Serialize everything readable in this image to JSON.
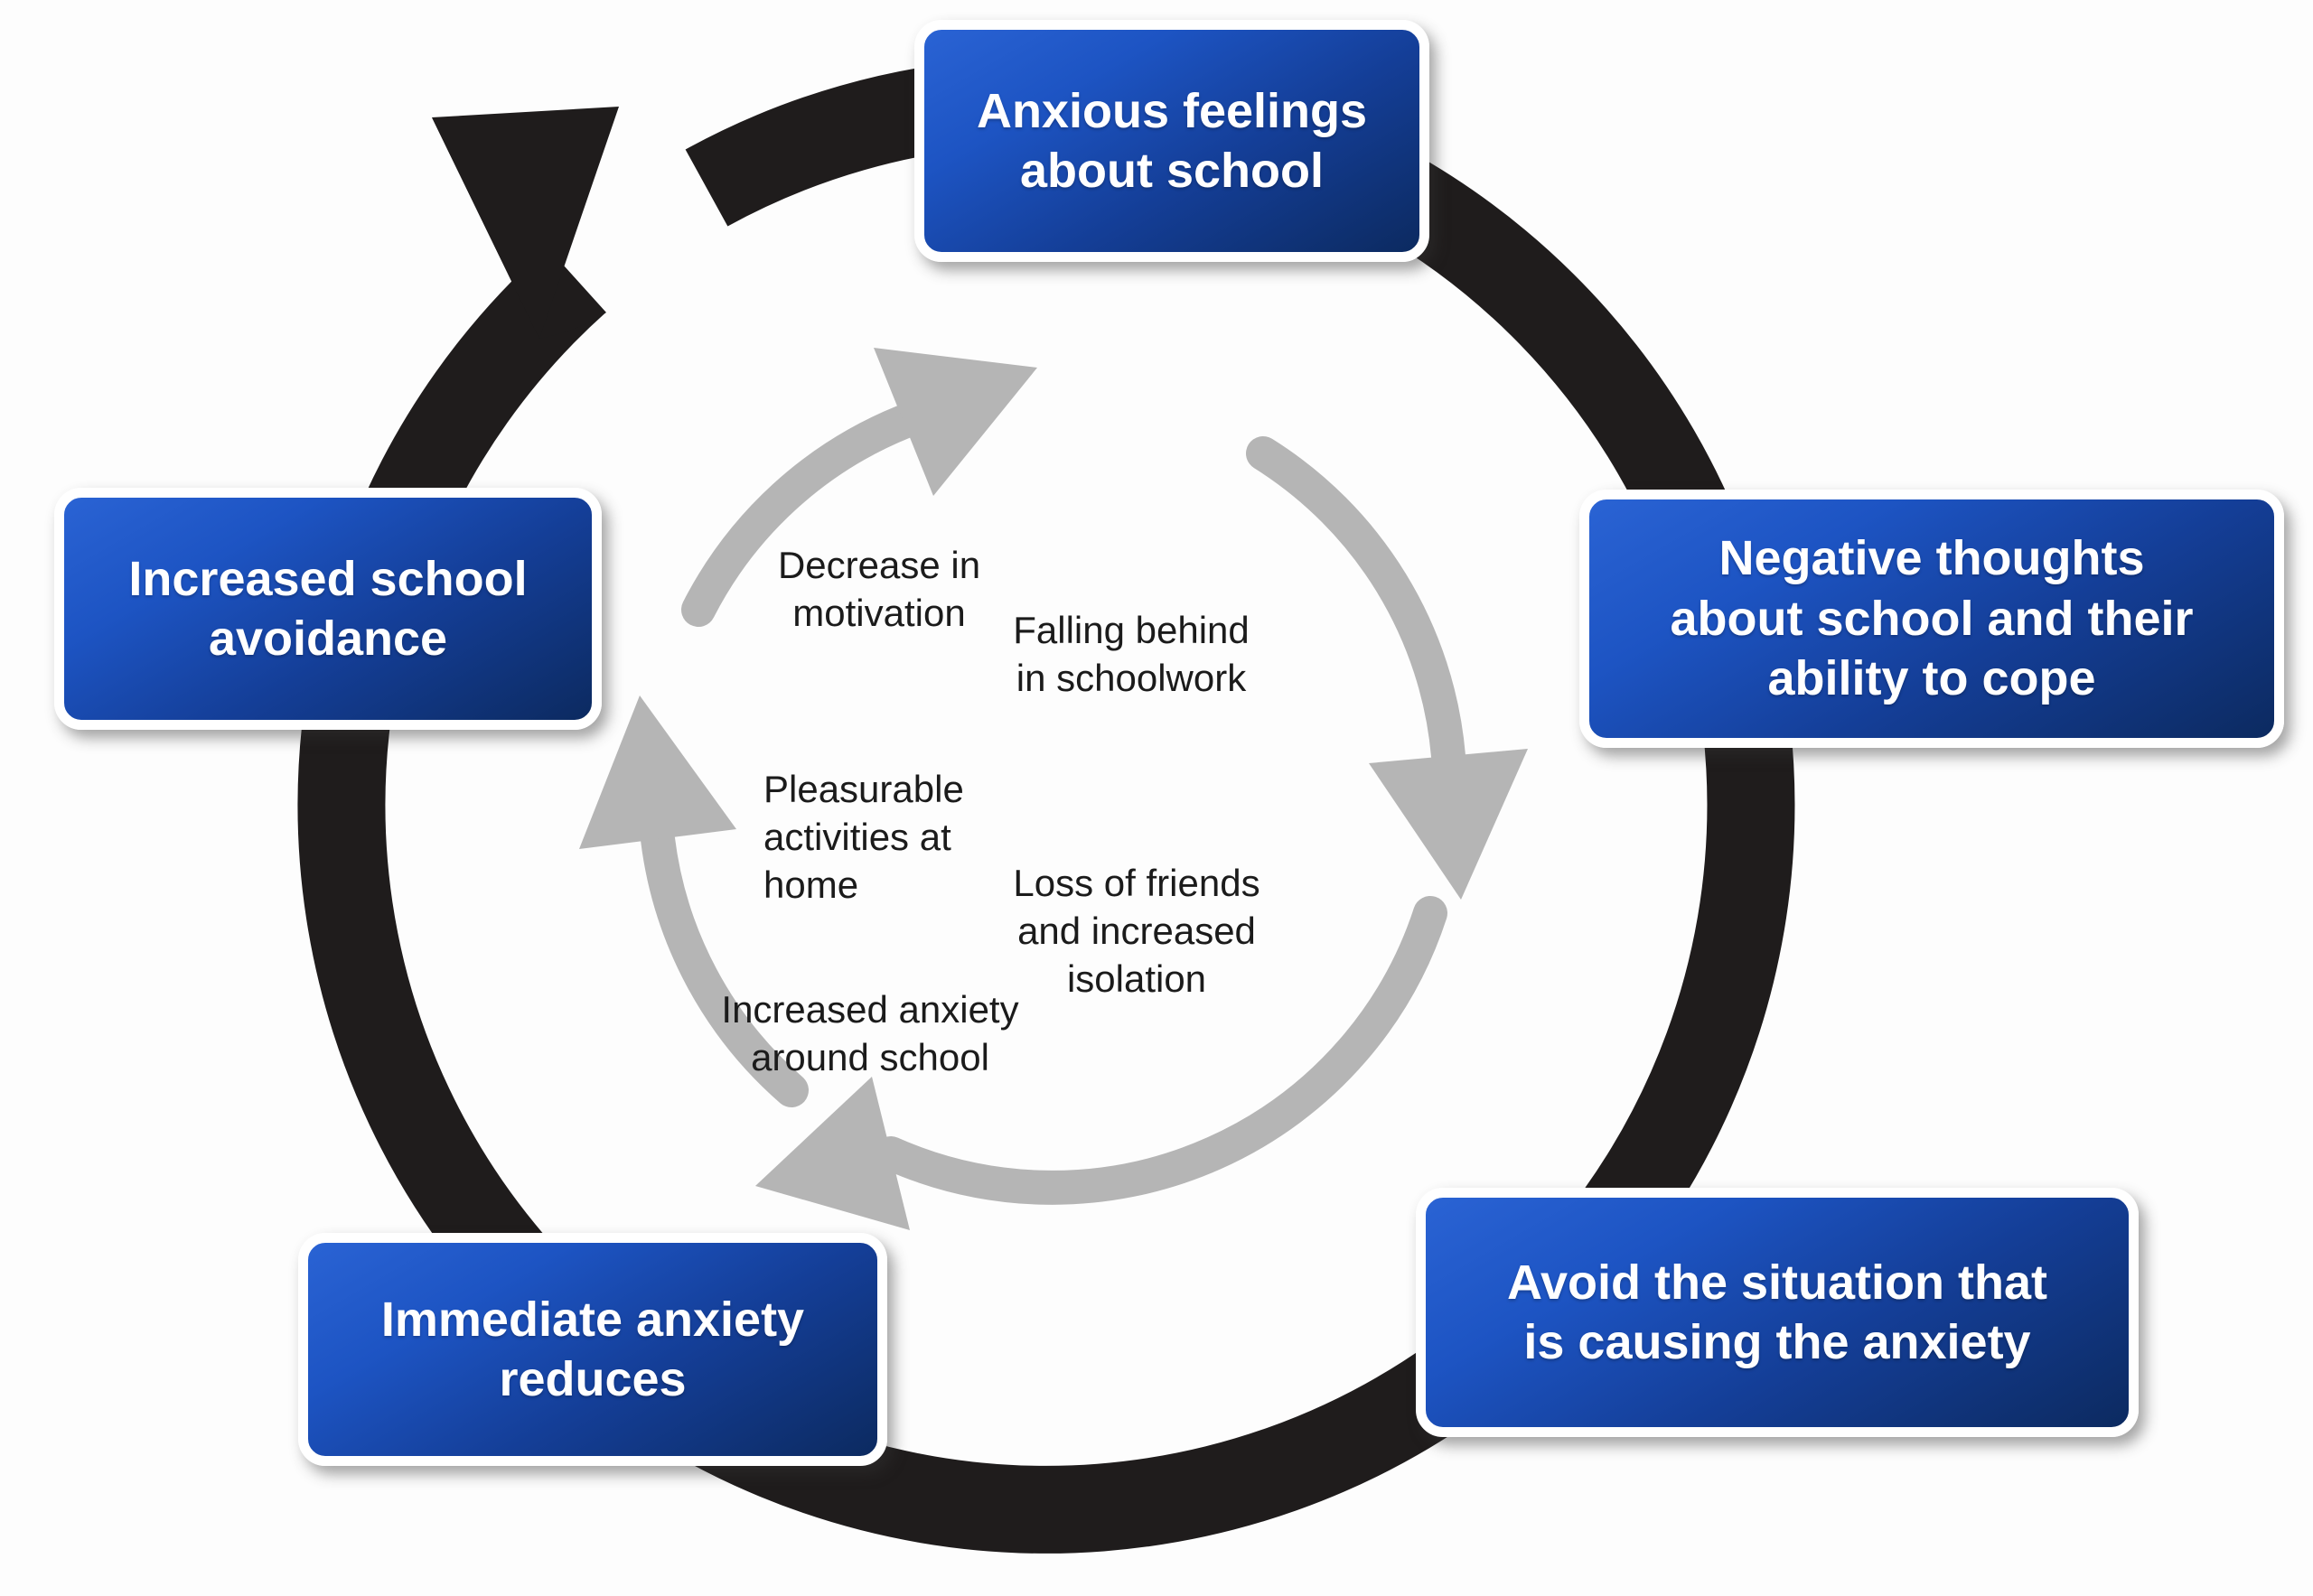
{
  "diagram": {
    "type": "cycle",
    "topic": "School anxiety and avoidance cycle",
    "colors": {
      "outer_arrow": "#1f1c1c",
      "inner_arrow": "#b5b5b5",
      "box_gradient_start": "#2a63d4",
      "box_gradient_end": "#0c2a60",
      "box_border": "#ffffff",
      "box_text": "#ffffff",
      "inner_text": "#1b1b1b",
      "background": "#fdfdfd"
    },
    "boxes": [
      {
        "id": "anxious-feelings",
        "position": "top",
        "lines": [
          "Anxious feelings",
          "about school"
        ]
      },
      {
        "id": "negative-thoughts",
        "position": "right",
        "lines": [
          "Negative thoughts",
          "about school and their",
          "ability to cope"
        ]
      },
      {
        "id": "avoid-situation",
        "position": "bottom-right",
        "lines": [
          "Avoid the situation that",
          "is causing the anxiety"
        ]
      },
      {
        "id": "anxiety-reduces",
        "position": "bottom-left",
        "lines": [
          "Immediate anxiety",
          "reduces"
        ]
      },
      {
        "id": "school-avoidance",
        "position": "left",
        "lines": [
          "Increased school",
          "avoidance"
        ]
      }
    ],
    "inner_labels": [
      {
        "id": "decrease-motivation",
        "lines": [
          "Decrease in",
          "motivation"
        ]
      },
      {
        "id": "falling-behind",
        "lines": [
          "Falling behind",
          "in schoolwork"
        ]
      },
      {
        "id": "pleasurable-activities",
        "lines": [
          "Pleasurable",
          "activities at",
          "home"
        ]
      },
      {
        "id": "loss-of-friends",
        "lines": [
          "Loss of friends",
          "and increased",
          "isolation"
        ]
      },
      {
        "id": "increased-anxiety",
        "lines": [
          "Increased anxiety",
          "around school"
        ]
      }
    ]
  }
}
